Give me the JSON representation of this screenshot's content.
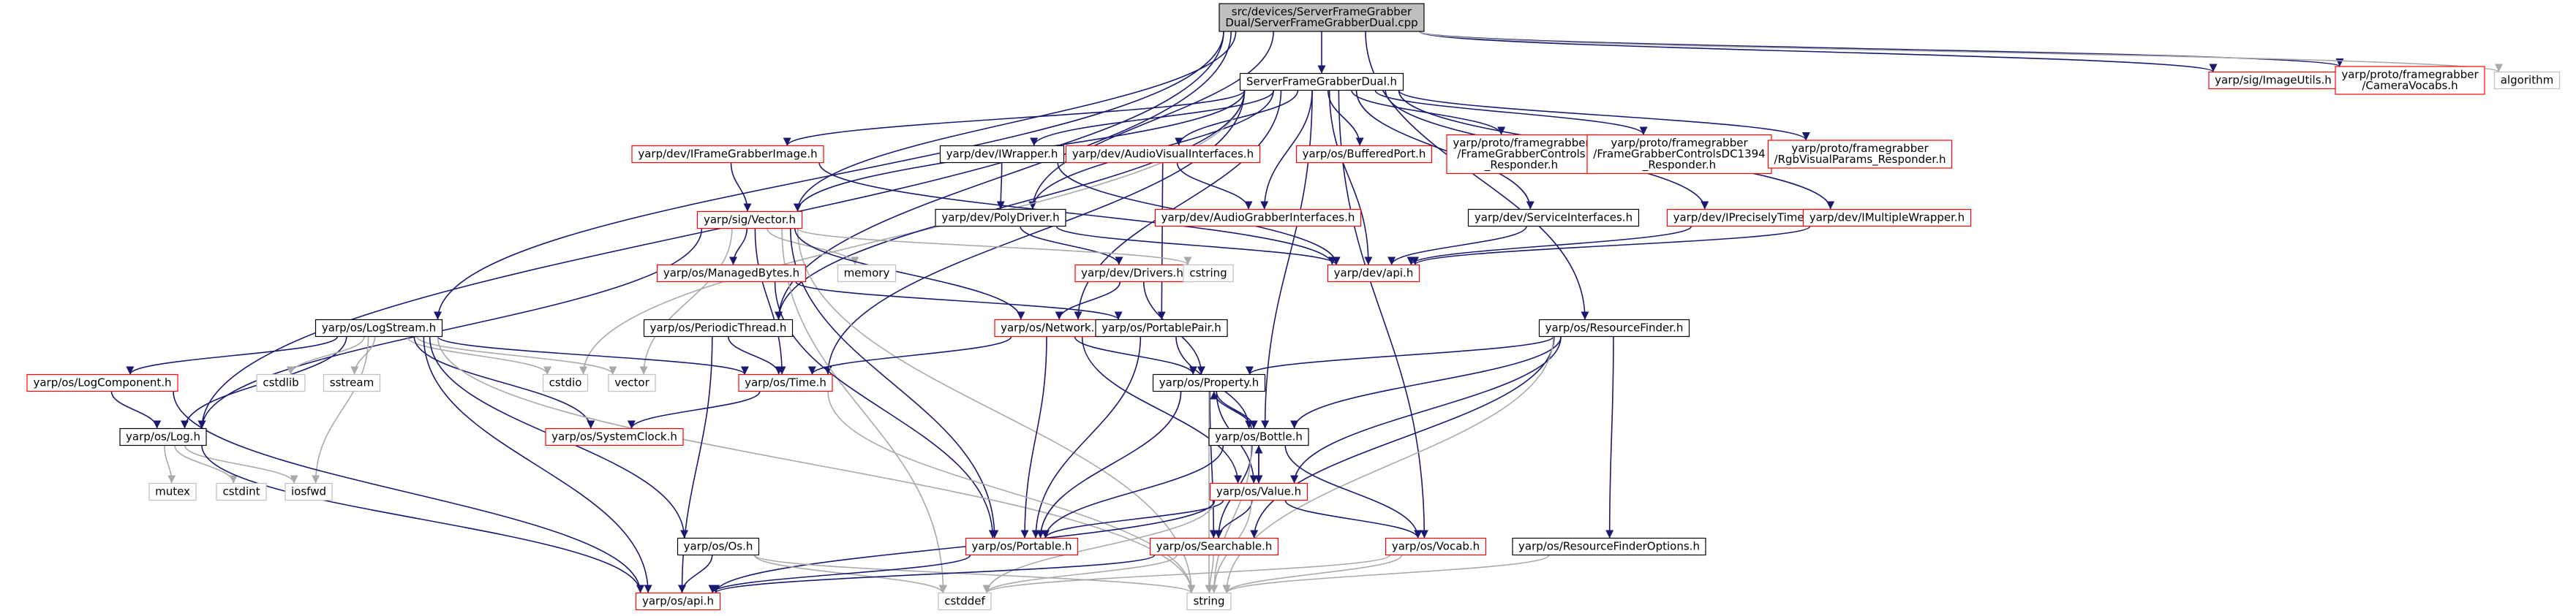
{
  "colors": {
    "edge": "#191970",
    "edge_external": "#a9a9a9",
    "border_plain": "#000000",
    "border_incomplete": "#ff0000",
    "border_external": "#bfbfbf",
    "root_fill": "#bfbfbf"
  },
  "nodes": [
    {
      "id": "root",
      "lines": [
        "src/devices/ServerFrameGrabber",
        "Dual/ServerFrameGrabberDual.cpp"
      ],
      "style": "root"
    },
    {
      "id": "sfgd_h",
      "lines": [
        "ServerFrameGrabberDual.h"
      ],
      "style": "plain"
    },
    {
      "id": "imageutils",
      "lines": [
        "yarp/sig/ImageUtils.h"
      ],
      "style": "red"
    },
    {
      "id": "cameravocabs",
      "lines": [
        "yarp/proto/framegrabber",
        "/CameraVocabs.h"
      ],
      "style": "red"
    },
    {
      "id": "algorithm",
      "lines": [
        "algorithm"
      ],
      "style": "ext"
    },
    {
      "id": "iframegrabberimage",
      "lines": [
        "yarp/dev/IFrameGrabberImage.h"
      ],
      "style": "red"
    },
    {
      "id": "iwrapper",
      "lines": [
        "yarp/dev/IWrapper.h"
      ],
      "style": "plain"
    },
    {
      "id": "audiovisual",
      "lines": [
        "yarp/dev/AudioVisualInterfaces.h"
      ],
      "style": "red"
    },
    {
      "id": "bufferedport",
      "lines": [
        "yarp/os/BufferedPort.h"
      ],
      "style": "red"
    },
    {
      "id": "fgcontrols",
      "lines": [
        "yarp/proto/framegrabber",
        "/FrameGrabberControls",
        "_Responder.h"
      ],
      "style": "red"
    },
    {
      "id": "fgcontrolsdc",
      "lines": [
        "yarp/proto/framegrabber",
        "/FrameGrabberControlsDC1394",
        "_Responder.h"
      ],
      "style": "red"
    },
    {
      "id": "rgbvisual",
      "lines": [
        "yarp/proto/framegrabber",
        "/RgbVisualParams_Responder.h"
      ],
      "style": "red"
    },
    {
      "id": "vector",
      "lines": [
        "yarp/sig/Vector.h"
      ],
      "style": "red"
    },
    {
      "id": "polydriver",
      "lines": [
        "yarp/dev/PolyDriver.h"
      ],
      "style": "plain"
    },
    {
      "id": "audiograbber",
      "lines": [
        "yarp/dev/AudioGrabberInterfaces.h"
      ],
      "style": "red"
    },
    {
      "id": "serviceinterfaces",
      "lines": [
        "yarp/dev/ServiceInterfaces.h"
      ],
      "style": "plain"
    },
    {
      "id": "ipreciselytimed",
      "lines": [
        "yarp/dev/IPreciselyTimed.h"
      ],
      "style": "red"
    },
    {
      "id": "imultiplewrapper",
      "lines": [
        "yarp/dev/IMultipleWrapper.h"
      ],
      "style": "red"
    },
    {
      "id": "managedbytes",
      "lines": [
        "yarp/os/ManagedBytes.h"
      ],
      "style": "red"
    },
    {
      "id": "memory",
      "lines": [
        "memory"
      ],
      "style": "ext"
    },
    {
      "id": "drivers",
      "lines": [
        "yarp/dev/Drivers.h"
      ],
      "style": "red"
    },
    {
      "id": "cstring",
      "lines": [
        "cstring"
      ],
      "style": "ext"
    },
    {
      "id": "devapi",
      "lines": [
        "yarp/dev/api.h"
      ],
      "style": "red"
    },
    {
      "id": "logstream",
      "lines": [
        "yarp/os/LogStream.h"
      ],
      "style": "plain"
    },
    {
      "id": "periodicthread",
      "lines": [
        "yarp/os/PeriodicThread.h"
      ],
      "style": "plain"
    },
    {
      "id": "network",
      "lines": [
        "yarp/os/Network.h"
      ],
      "style": "red"
    },
    {
      "id": "portablepair",
      "lines": [
        "yarp/os/PortablePair.h"
      ],
      "style": "plain"
    },
    {
      "id": "resourcefinder",
      "lines": [
        "yarp/os/ResourceFinder.h"
      ],
      "style": "plain"
    },
    {
      "id": "logcomponent",
      "lines": [
        "yarp/os/LogComponent.h"
      ],
      "style": "red"
    },
    {
      "id": "cstdlib",
      "lines": [
        "cstdlib"
      ],
      "style": "ext"
    },
    {
      "id": "sstream",
      "lines": [
        "sstream"
      ],
      "style": "ext"
    },
    {
      "id": "cstdio",
      "lines": [
        "cstdio"
      ],
      "style": "ext"
    },
    {
      "id": "stdvector",
      "lines": [
        "vector"
      ],
      "style": "ext"
    },
    {
      "id": "time",
      "lines": [
        "yarp/os/Time.h"
      ],
      "style": "red"
    },
    {
      "id": "property",
      "lines": [
        "yarp/os/Property.h"
      ],
      "style": "plain"
    },
    {
      "id": "log",
      "lines": [
        "yarp/os/Log.h"
      ],
      "style": "plain"
    },
    {
      "id": "systemclock",
      "lines": [
        "yarp/os/SystemClock.h"
      ],
      "style": "red"
    },
    {
      "id": "bottle",
      "lines": [
        "yarp/os/Bottle.h"
      ],
      "style": "plain"
    },
    {
      "id": "mutex",
      "lines": [
        "mutex"
      ],
      "style": "ext"
    },
    {
      "id": "cstdint",
      "lines": [
        "cstdint"
      ],
      "style": "ext"
    },
    {
      "id": "iosfwd",
      "lines": [
        "iosfwd"
      ],
      "style": "ext"
    },
    {
      "id": "value",
      "lines": [
        "yarp/os/Value.h"
      ],
      "style": "red"
    },
    {
      "id": "os",
      "lines": [
        "yarp/os/Os.h"
      ],
      "style": "plain"
    },
    {
      "id": "portable",
      "lines": [
        "yarp/os/Portable.h"
      ],
      "style": "red"
    },
    {
      "id": "searchable",
      "lines": [
        "yarp/os/Searchable.h"
      ],
      "style": "red"
    },
    {
      "id": "vocab",
      "lines": [
        "yarp/os/Vocab.h"
      ],
      "style": "red"
    },
    {
      "id": "rfoptions",
      "lines": [
        "yarp/os/ResourceFinderOptions.h"
      ],
      "style": "plain"
    },
    {
      "id": "osapi",
      "lines": [
        "yarp/os/api.h"
      ],
      "style": "red"
    },
    {
      "id": "cstddef",
      "lines": [
        "cstddef"
      ],
      "style": "ext"
    },
    {
      "id": "string",
      "lines": [
        "string"
      ],
      "style": "ext"
    }
  ],
  "edges": [
    [
      "root",
      "sfgd_h"
    ],
    [
      "root",
      "imageutils"
    ],
    [
      "root",
      "cameravocabs"
    ],
    [
      "root",
      "algorithm"
    ],
    [
      "root",
      "log"
    ],
    [
      "root",
      "logstream"
    ],
    [
      "root",
      "vector"
    ],
    [
      "root",
      "polydriver"
    ],
    [
      "root",
      "periodicthread"
    ],
    [
      "root",
      "resourcefinder"
    ],
    [
      "sfgd_h",
      "iframegrabberimage"
    ],
    [
      "sfgd_h",
      "iwrapper"
    ],
    [
      "sfgd_h",
      "audiovisual"
    ],
    [
      "sfgd_h",
      "bufferedport"
    ],
    [
      "sfgd_h",
      "fgcontrols"
    ],
    [
      "sfgd_h",
      "fgcontrolsdc"
    ],
    [
      "sfgd_h",
      "rgbvisual"
    ],
    [
      "sfgd_h",
      "polydriver"
    ],
    [
      "sfgd_h",
      "audiograbber"
    ],
    [
      "sfgd_h",
      "serviceinterfaces"
    ],
    [
      "sfgd_h",
      "ipreciselytimed"
    ],
    [
      "sfgd_h",
      "imultiplewrapper"
    ],
    [
      "sfgd_h",
      "vector"
    ],
    [
      "sfgd_h",
      "network"
    ],
    [
      "sfgd_h",
      "bottle"
    ],
    [
      "sfgd_h",
      "vocab"
    ],
    [
      "sfgd_h",
      "cstdio"
    ],
    [
      "sfgd_h",
      "time"
    ],
    [
      "sfgd_h",
      "periodicthread"
    ],
    [
      "sfgd_h",
      "devapi"
    ],
    [
      "iframegrabberimage",
      "vector"
    ],
    [
      "iframegrabberimage",
      "devapi"
    ],
    [
      "iwrapper",
      "polydriver"
    ],
    [
      "iwrapper",
      "devapi"
    ],
    [
      "audiovisual",
      "audiograbber"
    ],
    [
      "audiovisual",
      "portablepair"
    ],
    [
      "polydriver",
      "drivers"
    ],
    [
      "polydriver",
      "devapi"
    ],
    [
      "serviceinterfaces",
      "devapi"
    ],
    [
      "ipreciselytimed",
      "devapi"
    ],
    [
      "imultiplewrapper",
      "devapi"
    ],
    [
      "vector",
      "managedbytes"
    ],
    [
      "vector",
      "memory"
    ],
    [
      "vector",
      "cstring"
    ],
    [
      "vector",
      "stdvector"
    ],
    [
      "vector",
      "log"
    ],
    [
      "vector",
      "portable"
    ],
    [
      "vector",
      "cstddef"
    ],
    [
      "vector",
      "string"
    ],
    [
      "vector",
      "time"
    ],
    [
      "vector",
      "network"
    ],
    [
      "managedbytes",
      "portable"
    ],
    [
      "managedbytes",
      "portablepair"
    ],
    [
      "drivers",
      "network"
    ],
    [
      "drivers",
      "property"
    ],
    [
      "logstream",
      "logcomponent"
    ],
    [
      "logstream",
      "log"
    ],
    [
      "logstream",
      "cstdlib"
    ],
    [
      "logstream",
      "sstream"
    ],
    [
      "logstream",
      "cstdio"
    ],
    [
      "logstream",
      "stdvector"
    ],
    [
      "logstream",
      "time"
    ],
    [
      "logstream",
      "systemclock"
    ],
    [
      "logstream",
      "os"
    ],
    [
      "logstream",
      "osapi"
    ],
    [
      "logstream",
      "iosfwd"
    ],
    [
      "logstream",
      "string"
    ],
    [
      "periodicthread",
      "time"
    ],
    [
      "periodicthread",
      "osapi"
    ],
    [
      "network",
      "time"
    ],
    [
      "network",
      "property"
    ],
    [
      "network",
      "portable"
    ],
    [
      "network",
      "value"
    ],
    [
      "portablepair",
      "portable"
    ],
    [
      "portablepair",
      "bottle"
    ],
    [
      "resourcefinder",
      "property"
    ],
    [
      "resourcefinder",
      "bottle"
    ],
    [
      "resourcefinder",
      "value"
    ],
    [
      "resourcefinder",
      "searchable"
    ],
    [
      "resourcefinder",
      "rfoptions"
    ],
    [
      "resourcefinder",
      "string"
    ],
    [
      "logcomponent",
      "log"
    ],
    [
      "logcomponent",
      "osapi"
    ],
    [
      "time",
      "systemclock"
    ],
    [
      "time",
      "string"
    ],
    [
      "property",
      "bottle"
    ],
    [
      "property",
      "searchable"
    ],
    [
      "property",
      "portable"
    ],
    [
      "property",
      "string"
    ],
    [
      "property",
      "value"
    ],
    [
      "log",
      "mutex"
    ],
    [
      "log",
      "cstdint"
    ],
    [
      "log",
      "iosfwd"
    ],
    [
      "log",
      "osapi"
    ],
    [
      "bottle",
      "property"
    ],
    [
      "bottle",
      "value"
    ],
    [
      "bottle",
      "searchable"
    ],
    [
      "bottle",
      "portable"
    ],
    [
      "bottle",
      "vocab"
    ],
    [
      "bottle",
      "string"
    ],
    [
      "value",
      "bottle"
    ],
    [
      "value",
      "searchable"
    ],
    [
      "value",
      "portable"
    ],
    [
      "value",
      "vocab"
    ],
    [
      "value",
      "string"
    ],
    [
      "value",
      "cstddef"
    ],
    [
      "value",
      "osapi"
    ],
    [
      "os",
      "osapi"
    ],
    [
      "os",
      "string"
    ],
    [
      "os",
      "cstddef"
    ],
    [
      "portable",
      "osapi"
    ],
    [
      "searchable",
      "osapi"
    ],
    [
      "searchable",
      "string"
    ],
    [
      "searchable",
      "cstddef"
    ],
    [
      "vocab",
      "string"
    ],
    [
      "vocab",
      "cstddef"
    ],
    [
      "rfoptions",
      "string"
    ]
  ]
}
